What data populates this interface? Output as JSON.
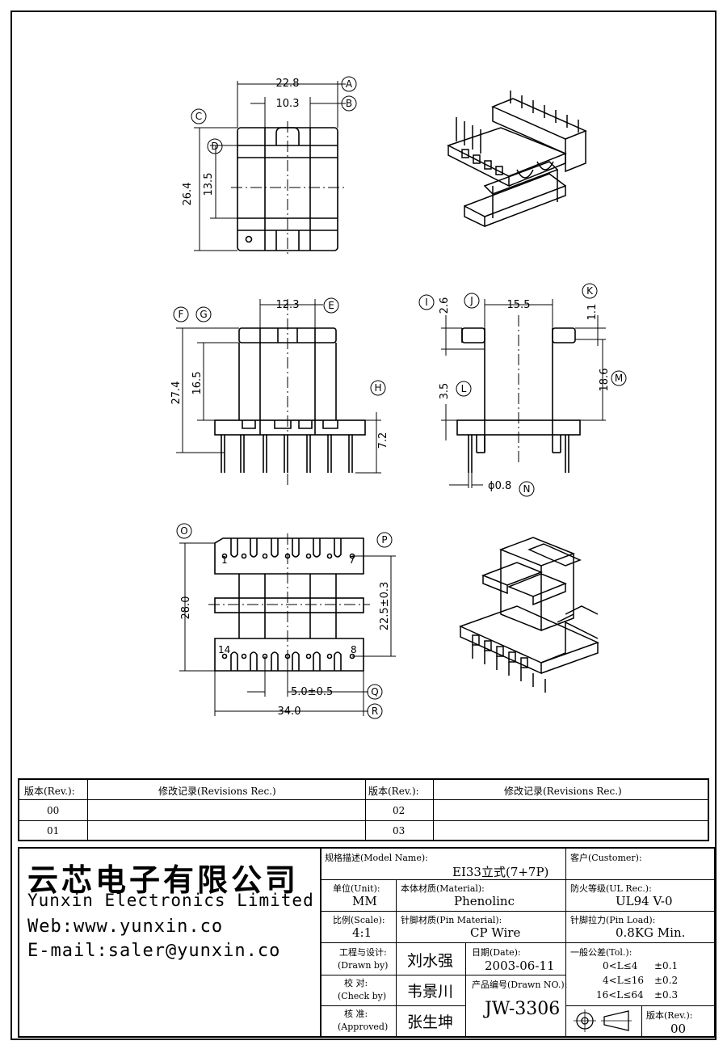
{
  "dimensions": {
    "top_view": {
      "width_a": "22.8",
      "width_b": "10.3",
      "height_c": "26.4",
      "height_d": "13.5"
    },
    "front_view": {
      "e": "12.3",
      "f": "27.4",
      "g": "16.5",
      "h": "7.2"
    },
    "side_view": {
      "i": "2.6",
      "j": "15.5",
      "k": "1.1",
      "l": "3.5",
      "m": "18.6",
      "pin_dia": "ϕ0.8"
    },
    "bottom_view": {
      "o": "28.0",
      "p": "22.5±0.3",
      "q": "5.0±0.5",
      "r": "34.0",
      "pin1": "1",
      "pin7": "7",
      "pin14": "14",
      "pin8": "8"
    }
  },
  "callouts": [
    "A",
    "B",
    "C",
    "D",
    "E",
    "F",
    "G",
    "H",
    "I",
    "J",
    "K",
    "L",
    "M",
    "N",
    "O",
    "P",
    "Q",
    "R"
  ],
  "revisions": {
    "headers": [
      "版本(Rev.):",
      "修改记录(Revisions Rec.)",
      "版本(Rev.):",
      "修改记录(Revisions Rec.)"
    ],
    "rows": [
      [
        "00",
        "",
        "02",
        ""
      ],
      [
        "01",
        "",
        "03",
        ""
      ]
    ]
  },
  "company": {
    "name_cn": "云芯电子有限公司",
    "name_en": "Yunxin Electronics Limited",
    "web": "Web:www.yunxin.co",
    "email": "E-mail:saler@yunxin.co"
  },
  "title_block": {
    "model_label": "规格描述(Model Name):",
    "model": "EI33立式(7+7P)",
    "customer_label": "客户(Customer):",
    "customer": "",
    "unit_label": "单位(Unit):",
    "unit": "MM",
    "material_label": "本体材质(Material):",
    "material": "Phenolinc",
    "ul_label": "防火等级(UL Rec.):",
    "ul": "UL94 V-0",
    "scale_label": "比例(Scale):",
    "scale": "4:1",
    "pin_material_label": "针脚材质(Pin Material):",
    "pin_material": "CP Wire",
    "pin_load_label": "针脚拉力(Pin Load):",
    "pin_load": "0.8KG Min.",
    "drawn_label_cn": "工程与设计:",
    "drawn_label_en": "(Drawn by)",
    "drawn_by": "刘水强",
    "check_label_cn": "校  对:",
    "check_label_en": "(Check by)",
    "check_by": "韦景川",
    "approved_label_cn": "核  准:",
    "approved_label_en": "(Approved)",
    "approved_by": "张生坤",
    "date_label": "日期(Date):",
    "date": "2003-06-11",
    "drawn_no_label": "产品编号(Drawn NO.):",
    "drawn_no": "JW-3306",
    "tol_label": "一般公差(Tol.):",
    "tol": [
      {
        "range": "0<L≤4",
        "value": "±0.1"
      },
      {
        "range": "4<L≤16",
        "value": "±0.2"
      },
      {
        "range": "16<L≤64",
        "value": "±0.3"
      }
    ],
    "rev_label": "版本(Rev.):",
    "rev": "00"
  }
}
